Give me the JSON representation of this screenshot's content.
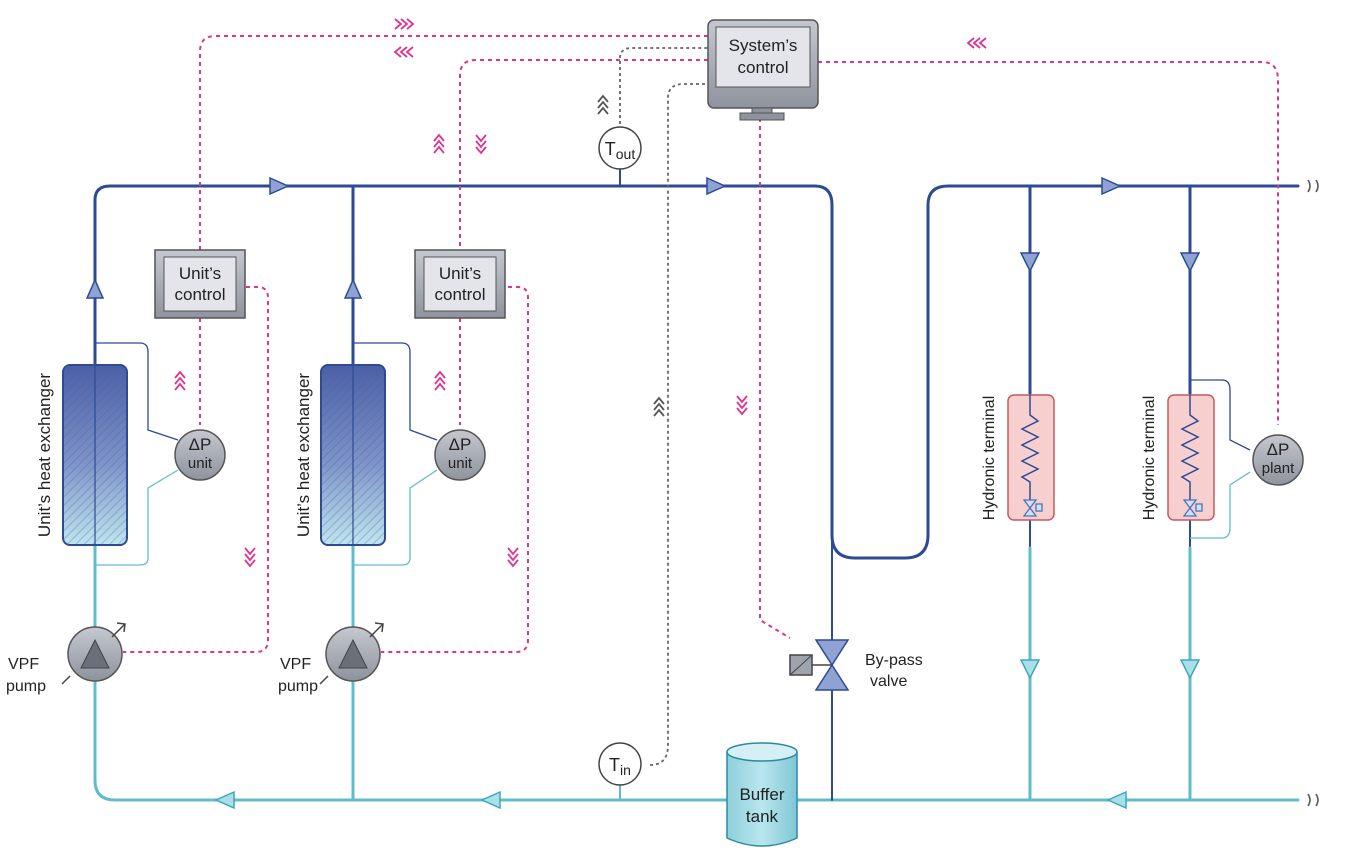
{
  "system_control": {
    "line1": "System’s",
    "line2": "control"
  },
  "unit_control_1": {
    "line1": "Unit’s",
    "line2": "control"
  },
  "unit_control_2": {
    "line1": "Unit’s",
    "line2": "control"
  },
  "dp_unit_1": {
    "symbol": "ΔP",
    "sub": "unit"
  },
  "dp_unit_2": {
    "symbol": "ΔP",
    "sub": "unit"
  },
  "dp_plant": {
    "symbol": "ΔP",
    "sub": "plant"
  },
  "t_out": {
    "base": "T",
    "sub": "out"
  },
  "t_in": {
    "base": "T",
    "sub": "in"
  },
  "heat_exchanger_1": "Unit’s heat exchanger",
  "heat_exchanger_2": "Unit’s heat exchanger",
  "pump_1": {
    "line1": "VPF",
    "line2": "pump"
  },
  "pump_2": {
    "line1": "VPF",
    "line2": "pump"
  },
  "bypass_valve": {
    "line1": "By-pass",
    "line2": "valve"
  },
  "buffer_tank": {
    "line1": "Buffer",
    "line2": "tank"
  },
  "terminal_1": "Hydronic terminal",
  "terminal_2": "Hydronic terminal",
  "colors": {
    "supply_pipe": "#2d4a93",
    "return_pipe": "#5fbccf",
    "signal_control": "#e0338a",
    "signal_temperature": "#666666",
    "terminal_fill": "#f8cfcf",
    "terminal_border": "#c45c5c",
    "device_fill": "#9ea3ad"
  }
}
